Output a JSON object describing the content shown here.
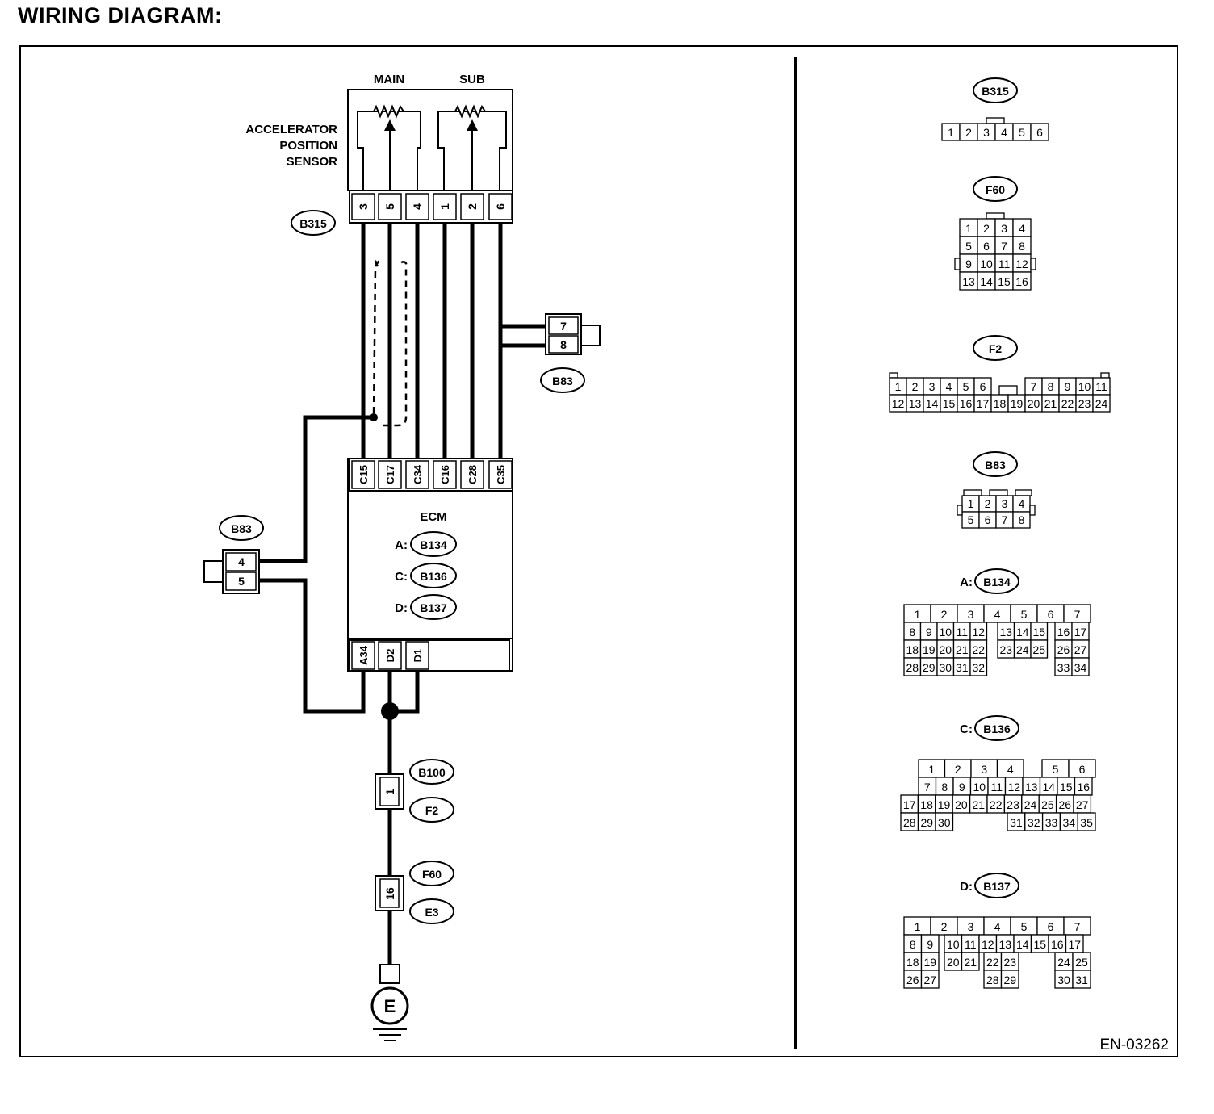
{
  "title": "WIRING DIAGRAM:",
  "figure_code": "EN-03262",
  "sensor": {
    "label_lines": [
      "ACCELERATOR",
      "POSITION",
      "SENSOR"
    ],
    "main_label": "MAIN",
    "sub_label": "SUB",
    "connector": "B315",
    "pins": [
      "3",
      "5",
      "4",
      "1",
      "2",
      "6"
    ]
  },
  "ecm": {
    "label": "ECM",
    "top_pins": [
      "C15",
      "C17",
      "C34",
      "C16",
      "C28",
      "C35"
    ],
    "bottom_pins": [
      "A34",
      "D2",
      "D1"
    ],
    "connectors": [
      {
        "prefix": "A:",
        "id": "B134"
      },
      {
        "prefix": "C:",
        "id": "B136"
      },
      {
        "prefix": "D:",
        "id": "B137"
      }
    ]
  },
  "b83_right": {
    "id": "B83",
    "pins": [
      "7",
      "8"
    ]
  },
  "b83_left": {
    "id": "B83",
    "pins": [
      "4",
      "5"
    ]
  },
  "inline_connectors": [
    {
      "pin": "1",
      "tags": [
        "B100",
        "F2"
      ]
    },
    {
      "pin": "16",
      "tags": [
        "F60",
        "E3"
      ]
    }
  ],
  "ground": {
    "label": "E"
  },
  "connector_views": {
    "B315": {
      "id": "B315",
      "prefix": "",
      "rows": [
        [
          "1",
          "2",
          "3",
          "4",
          "5",
          "6"
        ]
      ]
    },
    "F60": {
      "id": "F60",
      "prefix": "",
      "rows": [
        [
          "1",
          "2",
          "3",
          "4"
        ],
        [
          "5",
          "6",
          "7",
          "8"
        ],
        [
          "9",
          "10",
          "11",
          "12"
        ],
        [
          "13",
          "14",
          "15",
          "16"
        ]
      ]
    },
    "F2": {
      "id": "F2",
      "prefix": "",
      "rows": [
        [
          "1",
          "2",
          "3",
          "4",
          "5",
          "6",
          "",
          "7",
          "8",
          "9",
          "10",
          "11"
        ],
        [
          "12",
          "13",
          "14",
          "15",
          "16",
          "17",
          "18",
          "19",
          "20",
          "21",
          "22",
          "23",
          "24"
        ]
      ]
    },
    "B83": {
      "id": "B83",
      "prefix": "",
      "rows": [
        [
          "1",
          "2",
          "3",
          "4"
        ],
        [
          "5",
          "6",
          "7",
          "8"
        ]
      ]
    },
    "B134": {
      "id": "B134",
      "prefix": "A:",
      "rows": [
        [
          "1",
          "2",
          "3",
          "4",
          "5",
          "6",
          "7"
        ],
        [
          "8",
          "9",
          "10",
          "11",
          "12",
          "13",
          "14",
          "15",
          "16",
          "17"
        ],
        [
          "18",
          "19",
          "20",
          "21",
          "22",
          "23",
          "24",
          "25",
          "26",
          "27"
        ],
        [
          "28",
          "29",
          "30",
          "31",
          "32",
          "33",
          "34"
        ]
      ]
    },
    "B136": {
      "id": "B136",
      "prefix": "C:",
      "rows": [
        [
          "1",
          "2",
          "3",
          "4",
          "5",
          "6"
        ],
        [
          "7",
          "8",
          "9",
          "10",
          "11",
          "12",
          "13",
          "14",
          "15",
          "16"
        ],
        [
          "17",
          "18",
          "19",
          "20",
          "21",
          "22",
          "23",
          "24",
          "25",
          "26",
          "27"
        ],
        [
          "28",
          "29",
          "30",
          "31",
          "32",
          "33",
          "34",
          "35"
        ]
      ]
    },
    "B137": {
      "id": "B137",
      "prefix": "D:",
      "rows": [
        [
          "1",
          "2",
          "3",
          "4",
          "5",
          "6",
          "7"
        ],
        [
          "8",
          "9",
          "10",
          "11",
          "12",
          "13",
          "14",
          "15",
          "16",
          "17"
        ],
        [
          "18",
          "19",
          "20",
          "21",
          "22",
          "23",
          "24",
          "25"
        ],
        [
          "26",
          "27",
          "28",
          "29",
          "30",
          "31"
        ]
      ]
    }
  }
}
